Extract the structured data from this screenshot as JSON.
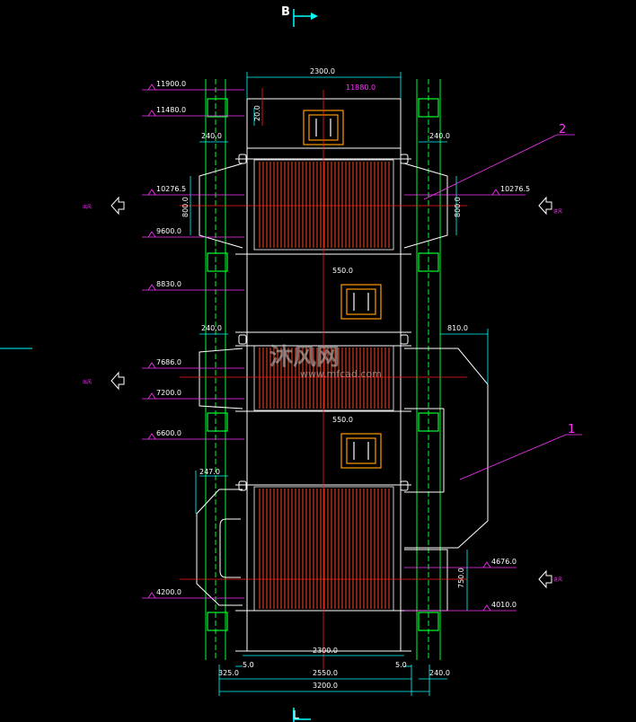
{
  "section": {
    "top": "B",
    "bottom": "L"
  },
  "callouts": [
    "2",
    "1"
  ],
  "levels_left": [
    "11900.0",
    "11480.0",
    "10276.5",
    "9600.0",
    "8830.0",
    "7686.0",
    "7200.0",
    "6600.0",
    "4200.0"
  ],
  "levels_right": [
    "10276.5",
    "4676.0",
    "4010.0"
  ],
  "dims": {
    "top_width": "2300.0",
    "top_level": "11880.0",
    "top_offset": "20.0",
    "col_left": "240.0",
    "col_right": "240.0",
    "duct_left": "800.0",
    "duct_right": "800.0",
    "box_mid": "550.0",
    "col_left_mid": "240.0",
    "protrude": "810.0",
    "box_low": "550.0",
    "col_left_low": "247.0",
    "duct_low": "750.0",
    "bottom_width": "2300.0",
    "gap_left": "5.0",
    "gap_right": "5.0",
    "left_edge": "325.0",
    "inner_width": "2550.0",
    "col_right_bottom": "240.0",
    "total_width": "3200.0"
  },
  "flow_labels": {
    "out_top": "出风",
    "in_top": "进风",
    "out_mid": "出风",
    "in_low": "进风"
  },
  "watermark": {
    "brand": "沐风网",
    "url": "www.mfcad.com"
  },
  "colors": {
    "background": "#000000",
    "structure": "#00ff33",
    "outline": "#ffffff",
    "dimension": "#00ffff",
    "level": "#ff33ff",
    "center": "#ff1a1a",
    "tubes": "#d13a1e",
    "box": "#ff9a00"
  }
}
